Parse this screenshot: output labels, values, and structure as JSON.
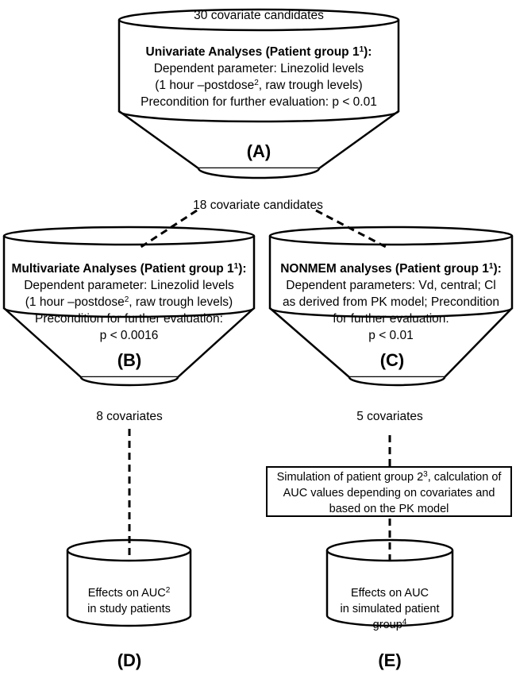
{
  "funnel_a": {
    "top_label": "30 covariate candidates",
    "title": "Univariate Analyses (Patient group 1",
    "title_sup": "1",
    "title_end": "):",
    "line1": "Dependent parameter: Linezolid levels",
    "line2_pre": "(1 hour –postdose",
    "line2_sup": "2",
    "line2_post": ", raw trough levels)",
    "line3": "Precondition for further evaluation: p < 0.01",
    "letter": "(A)"
  },
  "mid_label": "18 covariate candidates",
  "funnel_b": {
    "title": "Multivariate Analyses (Patient group 1",
    "title_sup": "1",
    "title_end": "):",
    "line1": "Dependent parameter: Linezolid levels",
    "line2_pre": "(1 hour –postdose",
    "line2_sup": "2",
    "line2_post": ", raw trough levels)",
    "line3": "Precondition for further evaluation:",
    "line4": "p < 0.0016",
    "letter": "(B)",
    "output": "8 covariates"
  },
  "funnel_c": {
    "title": "NONMEM analyses (Patient group 1",
    "title_sup": "1",
    "title_end": "):",
    "line1": "Dependent parameters:  Vd, central; Cl",
    "line2": "as derived from PK model; Precondition",
    "line3": "for further evaluation:",
    "line4": "p < 0.01",
    "letter": "(C)",
    "output": "5 covariates"
  },
  "sim_box": {
    "line1_pre": "Simulation of patient group 2",
    "line1_sup": "3",
    "line1_post": ", calculation of",
    "line2": "AUC values depending on covariates and",
    "line3": "based on the PK model"
  },
  "cyl_d": {
    "line1_pre": "Effects on AUC",
    "line1_sup": "2",
    "line2": "in study patients",
    "letter": "(D)"
  },
  "cyl_e": {
    "line1": "Effects on AUC",
    "line2": "in simulated patient",
    "line3_pre": "group",
    "line3_sup": "4",
    "letter": "(E)"
  }
}
